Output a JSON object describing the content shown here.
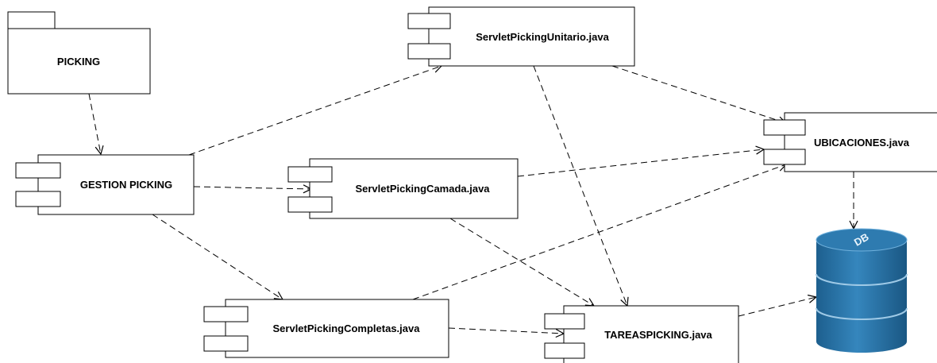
{
  "package": {
    "label": "PICKING"
  },
  "components": {
    "gestion": {
      "label": "GESTION PICKING"
    },
    "unitario": {
      "label": "ServletPickingUnitario.java"
    },
    "camada": {
      "label": "ServletPickingCamada.java"
    },
    "completas": {
      "label": "ServletPickingCompletas.java"
    },
    "ubicaciones": {
      "label": "UBICACIONES.java"
    },
    "tareas": {
      "label": "TAREASPICKING.java"
    }
  },
  "database": {
    "label": "DB",
    "icon": "database-icon",
    "color": "#2e7bb0"
  },
  "dependencies": [
    {
      "from": "PICKING",
      "to": "GESTION PICKING"
    },
    {
      "from": "GESTION PICKING",
      "to": "ServletPickingUnitario.java"
    },
    {
      "from": "GESTION PICKING",
      "to": "ServletPickingCamada.java"
    },
    {
      "from": "GESTION PICKING",
      "to": "ServletPickingCompletas.java"
    },
    {
      "from": "ServletPickingUnitario.java",
      "to": "UBICACIONES.java"
    },
    {
      "from": "ServletPickingUnitario.java",
      "to": "TAREASPICKING.java"
    },
    {
      "from": "ServletPickingCamada.java",
      "to": "UBICACIONES.java"
    },
    {
      "from": "ServletPickingCamada.java",
      "to": "TAREASPICKING.java"
    },
    {
      "from": "ServletPickingCompletas.java",
      "to": "UBICACIONES.java"
    },
    {
      "from": "ServletPickingCompletas.java",
      "to": "TAREASPICKING.java"
    },
    {
      "from": "UBICACIONES.java",
      "to": "DB"
    },
    {
      "from": "TAREASPICKING.java",
      "to": "DB"
    }
  ]
}
